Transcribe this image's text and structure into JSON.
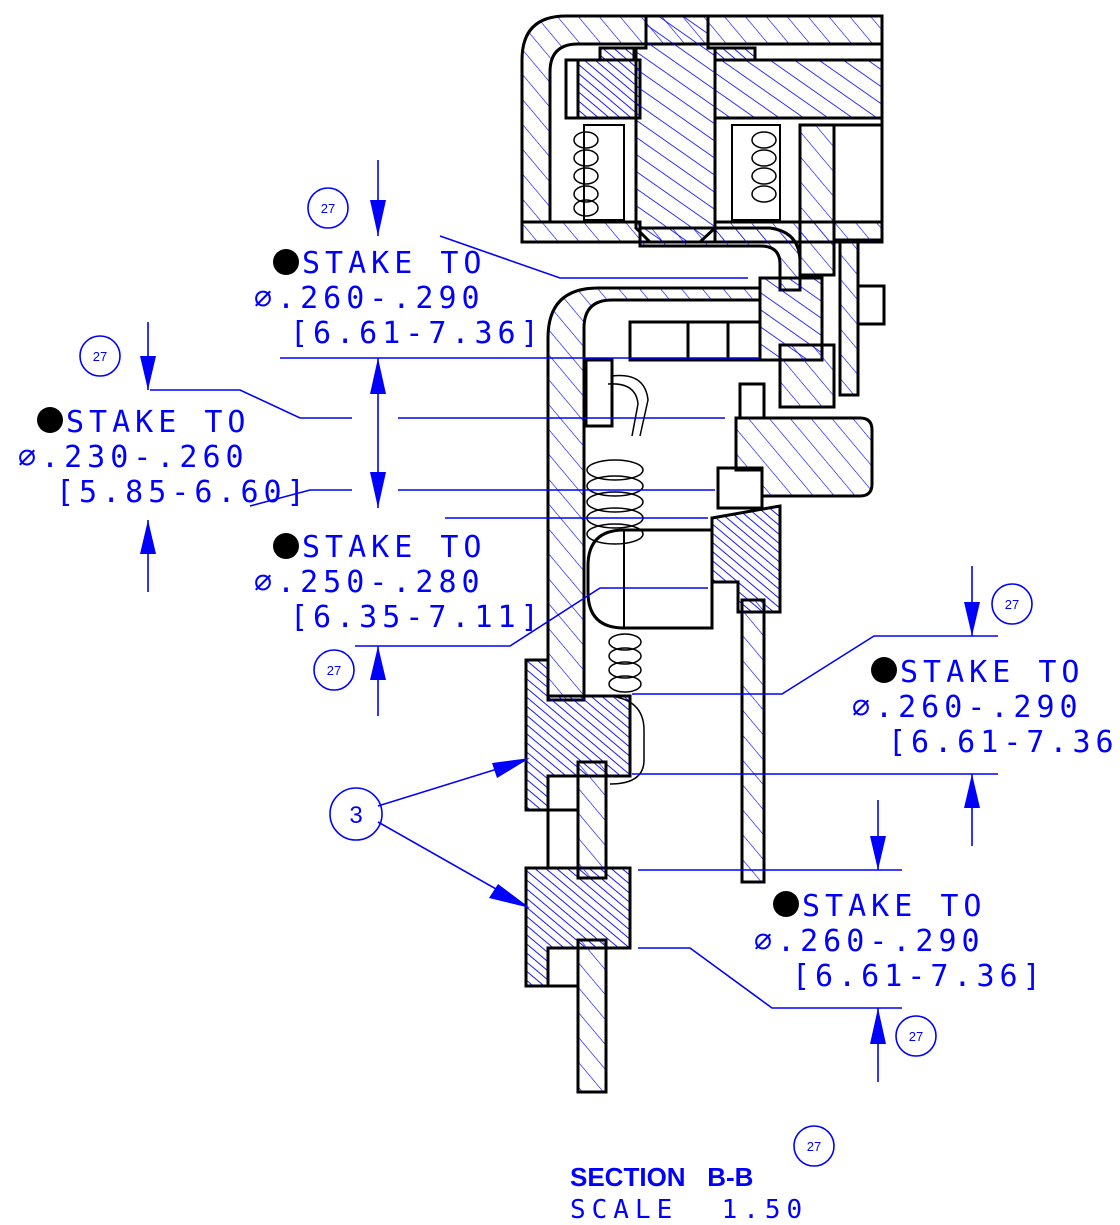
{
  "notes": [
    {
      "id": "note-1",
      "balloon": "27",
      "bullet": true,
      "text": "STAKE TO",
      "dim": "∅.260-.290",
      "metric": "[6.61-7.36]"
    },
    {
      "id": "note-2",
      "balloon": "27",
      "bullet": true,
      "text": "STAKE TO",
      "dim": "∅.230-.260",
      "metric": "[5.85-6.60]"
    },
    {
      "id": "note-3",
      "balloon": "27",
      "bullet": true,
      "text": "STAKE TO",
      "dim": "∅.250-.280",
      "metric": "[6.35-7.11]"
    },
    {
      "id": "note-4",
      "balloon": "27",
      "bullet": true,
      "text": "STAKE TO",
      "dim": "∅.260-.290",
      "metric": "[6.61-7.36]"
    },
    {
      "id": "note-5",
      "balloon": "27",
      "bullet": true,
      "text": "STAKE TO",
      "dim": "∅.260-.290",
      "metric": "[6.61-7.36]"
    }
  ],
  "item_balloon": "3",
  "section": {
    "title": "SECTION   B-B",
    "balloon": "27",
    "scale": "SCALE  1.50"
  },
  "colors": {
    "annotation": "#0000ff",
    "outline": "#000000",
    "hatch": "#0000ff"
  }
}
